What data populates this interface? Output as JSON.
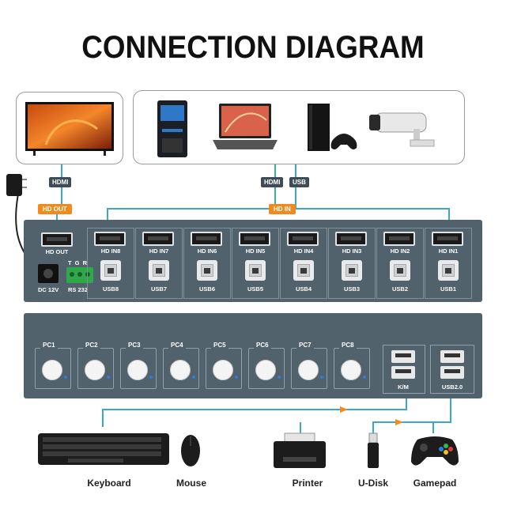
{
  "title": "CONNECTION DIAGRAM",
  "tags": {
    "hdmi_left": "HDMI",
    "hdmi_right": "HDMI",
    "usb_right": "USB",
    "hd_out": "HD OUT",
    "hd_in": "HD IN"
  },
  "rear_panel": {
    "hd_out_label": "HD OUT",
    "dc_label": "DC 12V",
    "rs232_pins": "T G R",
    "rs232_label": "RS 232",
    "inputs": [
      {
        "hdmi": "HD IN8",
        "usb": "USB8"
      },
      {
        "hdmi": "HD IN7",
        "usb": "USB7"
      },
      {
        "hdmi": "HD IN6",
        "usb": "USB6"
      },
      {
        "hdmi": "HD IN5",
        "usb": "USB5"
      },
      {
        "hdmi": "HD IN4",
        "usb": "USB4"
      },
      {
        "hdmi": "HD IN3",
        "usb": "USB3"
      },
      {
        "hdmi": "HD IN2",
        "usb": "USB2"
      },
      {
        "hdmi": "HD IN1",
        "usb": "USB1"
      }
    ]
  },
  "front_panel": {
    "pcs": [
      "PC1",
      "PC2",
      "PC3",
      "PC4",
      "PC5",
      "PC6",
      "PC7",
      "PC8"
    ],
    "km_label": "K/M",
    "usb2_label": "USB2.0"
  },
  "devices": [
    "Keyboard",
    "Mouse",
    "Printer",
    "U-Disk",
    "Gamepad"
  ],
  "colors": {
    "panel": "#52626d",
    "accent_orange": "#f08a1c",
    "cable_blue": "#3aa8c8",
    "led_blue": "#2b7be4"
  }
}
